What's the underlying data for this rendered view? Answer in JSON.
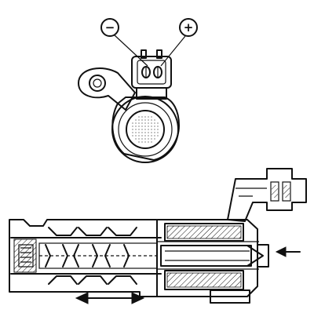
{
  "diagram": {
    "terminals": {
      "negative": "−",
      "positive": "+"
    },
    "views": [
      "connector-end-view",
      "cross-section-view"
    ],
    "arrows": [
      "input-arrow",
      "spool-travel-double-arrow"
    ]
  }
}
